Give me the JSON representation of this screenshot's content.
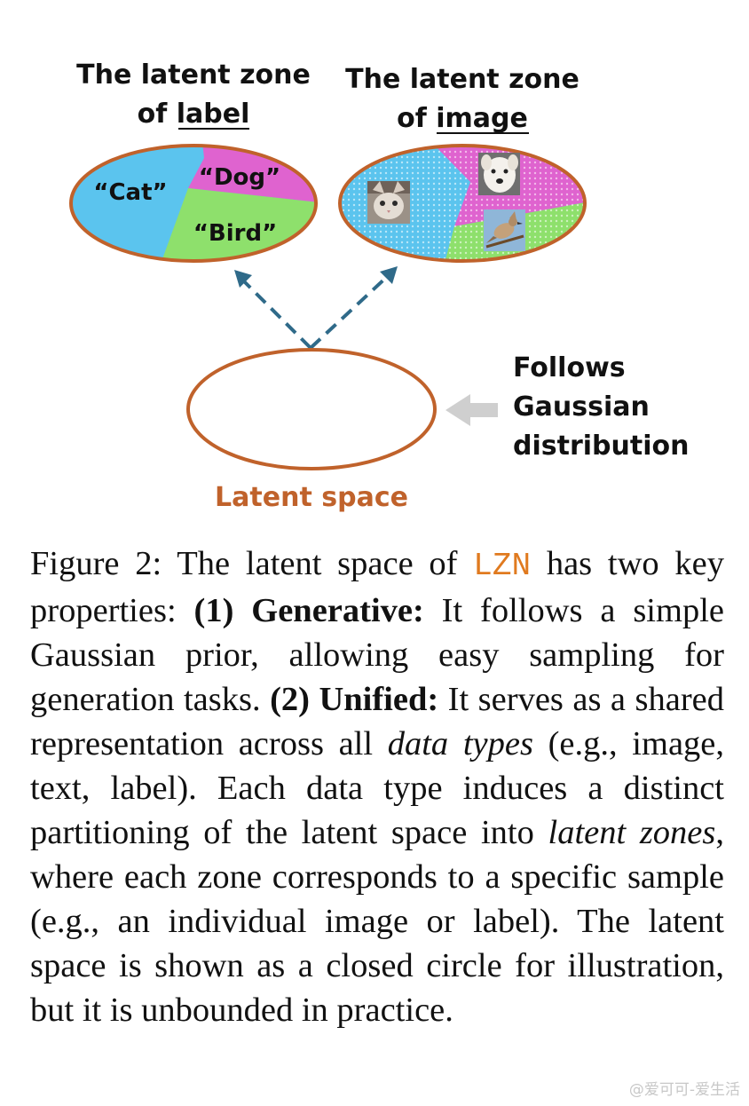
{
  "figure": {
    "label_zone_title": [
      "The latent zone",
      "of label"
    ],
    "image_zone_title": [
      "The latent zone",
      "of image"
    ],
    "class_labels": {
      "cat": "“Cat”",
      "dog": "“Dog”",
      "bird": "“Bird”"
    },
    "image_icons": [
      "cat-photo-icon",
      "dog-photo-icon",
      "bird-photo-icon"
    ],
    "gaussian_note": [
      "Follows",
      "Gaussian",
      "distribution"
    ],
    "latent_space_label": "Latent space",
    "colors": {
      "ellipse_border": "#c0622b",
      "cat_zone": "#5bc4ee",
      "dog_zone": "#df63cf",
      "bird_zone": "#8ee06c",
      "arrow": "#2f6a89",
      "gray_arrow": "#cfcfcf",
      "lzn_accent": "#e07a1f"
    }
  },
  "caption": {
    "fig_label": "Figure 2:",
    "t1": " The latent space of ",
    "method": "LZN",
    "t2": " has two key properties: ",
    "b1": "(1) Generative:",
    "t3": " It follows a simple Gaussian prior, allowing easy sam­pling for generation tasks. ",
    "b2": "(2) Unified:",
    "t4": " It serves as a shared representation across all ",
    "i1": "data types",
    "t5": " (e.g., image, text, label). Each data type induces a distinct partitioning of the latent space into ",
    "i2": "latent zones",
    "t6": ", where each zone corresponds to a specific sample (e.g., an individual image or label). The latent space is shown as a closed circle for illustration, but it is unbounded in practice."
  },
  "watermark": "@爱可可-爱生活"
}
